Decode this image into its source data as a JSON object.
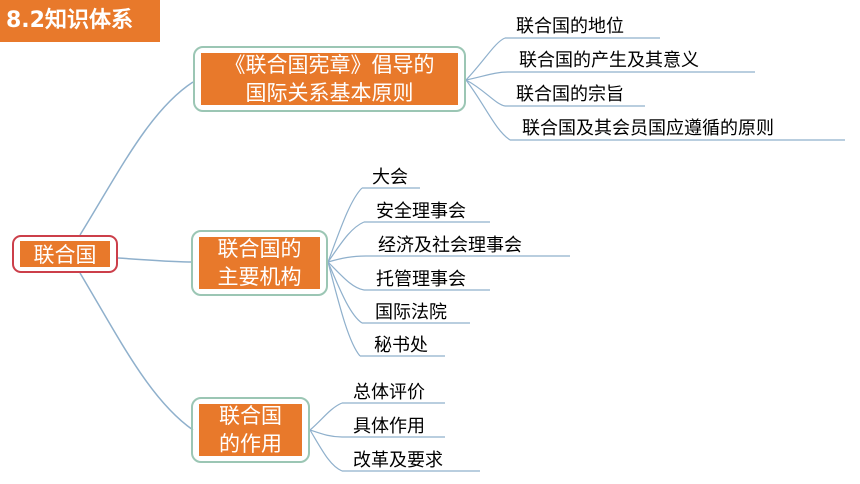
{
  "title": "8.2知识体系",
  "root": "联合国",
  "branches": [
    {
      "label_lines": [
        "《联合国宪章》倡导的",
        "国际关系基本原则"
      ],
      "leaves": [
        "联合国的地位",
        "联合国的产生及其意义",
        "联合国的宗旨",
        "联合国及其会员国应遵循的原则"
      ]
    },
    {
      "label_lines": [
        "联合国的",
        "主要机构"
      ],
      "leaves": [
        "大会",
        "安全理事会",
        "经济及社会理事会",
        "托管理事会",
        "国际法院",
        "秘书处"
      ]
    },
    {
      "label_lines": [
        "联合国",
        "的作用"
      ],
      "leaves": [
        "总体评价",
        "具体作用",
        "改革及要求"
      ]
    }
  ],
  "colors": {
    "orange": "#e8792b",
    "line": "#8fb0cc",
    "node_border": "#9bc6b4",
    "root_border": "#cc3f4a"
  }
}
